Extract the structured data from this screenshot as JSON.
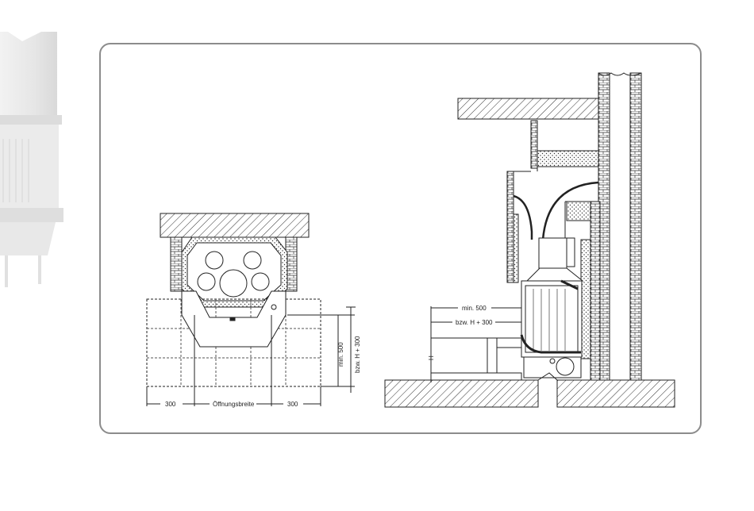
{
  "plan_view": {
    "dim_left_side": "300",
    "dim_opening": "Öffnungsbreite",
    "dim_right_side": "300",
    "dim_depth_min": "min. 500",
    "dim_depth_alt": "bzw. H + 300"
  },
  "section_view": {
    "dim_min": "min. 500",
    "dim_alt": "bzw. H + 300",
    "dim_height": "H"
  },
  "colors": {
    "frame_border": "#8c8c8c",
    "line": "#222222",
    "ghost": "#e4e4e4"
  }
}
